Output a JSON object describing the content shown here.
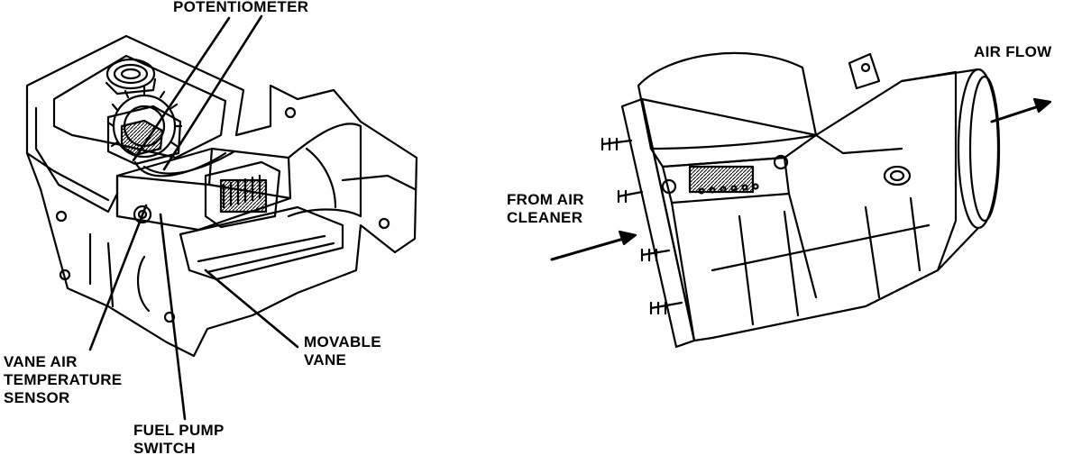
{
  "labels": {
    "potentiometer": "POTENTIOMETER",
    "movable_vane": {
      "line1": "MOVABLE",
      "line2": "VANE"
    },
    "vane_air_temperature_sensor": {
      "line1": "VANE AIR",
      "line2": "TEMPERATURE",
      "line3": "SENSOR"
    },
    "fuel_pump_switch": {
      "line1": "FUEL PUMP",
      "line2": "SWITCH"
    },
    "air_flow": "AIR FLOW",
    "from_air_cleaner": {
      "line1": "FROM AIR",
      "line2": "CLEANER"
    }
  },
  "colors": {
    "ink": "#000000",
    "paper": "#ffffff"
  }
}
